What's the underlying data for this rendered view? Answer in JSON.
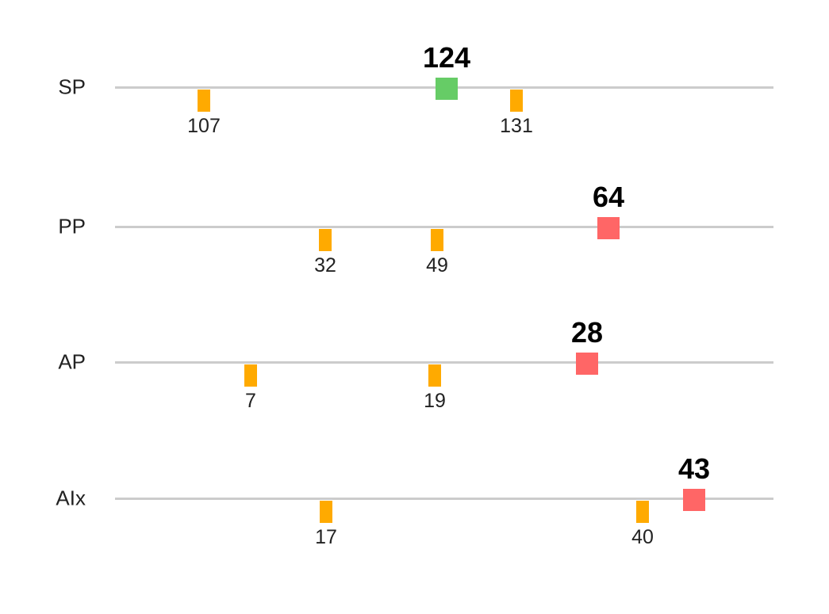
{
  "chart_data": {
    "type": "scatter",
    "title": "",
    "rows": [
      {
        "label": "SP",
        "value": 124,
        "status": "normal",
        "thresholds": [
          107,
          131
        ]
      },
      {
        "label": "PP",
        "value": 64,
        "status": "high",
        "thresholds": [
          32,
          49
        ]
      },
      {
        "label": "AP",
        "value": 28,
        "status": "high",
        "thresholds": [
          7,
          19
        ]
      },
      {
        "label": "AIx",
        "value": 43,
        "status": "high",
        "thresholds": [
          17,
          40
        ]
      }
    ],
    "colors": {
      "normal": "#66cc66",
      "high": "#ff6666",
      "threshold": "#ffaa00",
      "line": "#cccccc"
    }
  }
}
